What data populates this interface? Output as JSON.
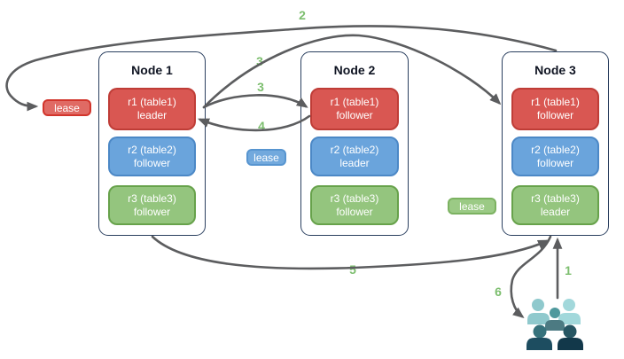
{
  "colors": {
    "node_border": "#2a3f5f",
    "red_fill": "#d95752",
    "red_border": "#bf3d37",
    "blue_fill": "#6aa4dc",
    "blue_border": "#4c88c6",
    "green_fill": "#94c57e",
    "green_border": "#67a24b",
    "lease_red_fill": "#e06a64",
    "lease_red_border": "#d2352c",
    "lease_blue_fill": "#72a9dd",
    "lease_blue_border": "#5795d0",
    "lease_green_fill": "#9bca85",
    "lease_green_border": "#7cb261",
    "arrow": "#5c5d5f",
    "step_label": "#7cbe6e",
    "users_back_left": "#8fc9cd",
    "users_back_right": "#a2d8db",
    "users_mid_head": "#4f999d",
    "users_mid_body": "#4c7a82",
    "users_front_left_head": "#36727c",
    "users_front_left_body": "#1d4d60",
    "users_front_right_head": "#275663",
    "users_front_right_body": "#12384a"
  },
  "nodes": [
    {
      "title": "Node 1",
      "replicas": [
        {
          "name": "r1 (table1)",
          "role": "leader",
          "color": "red"
        },
        {
          "name": "r2 (table2)",
          "role": "follower",
          "color": "blue"
        },
        {
          "name": "r3 (table3)",
          "role": "follower",
          "color": "green"
        }
      ]
    },
    {
      "title": "Node 2",
      "replicas": [
        {
          "name": "r1 (table1)",
          "role": "follower",
          "color": "red"
        },
        {
          "name": "r2 (table2)",
          "role": "leader",
          "color": "blue"
        },
        {
          "name": "r3 (table3)",
          "role": "follower",
          "color": "green"
        }
      ]
    },
    {
      "title": "Node 3",
      "replicas": [
        {
          "name": "r1 (table1)",
          "role": "follower",
          "color": "red"
        },
        {
          "name": "r2 (table2)",
          "role": "follower",
          "color": "blue"
        },
        {
          "name": "r3 (table3)",
          "role": "leader",
          "color": "green"
        }
      ]
    }
  ],
  "leases": [
    {
      "label": "lease",
      "color": "red"
    },
    {
      "label": "lease",
      "color": "blue"
    },
    {
      "label": "lease",
      "color": "green"
    }
  ],
  "steps": [
    {
      "label": "1"
    },
    {
      "label": "2"
    },
    {
      "label": "3"
    },
    {
      "label": "3"
    },
    {
      "label": "4"
    },
    {
      "label": "5"
    },
    {
      "label": "6"
    }
  ],
  "icons": {
    "users": "users-group-icon"
  }
}
